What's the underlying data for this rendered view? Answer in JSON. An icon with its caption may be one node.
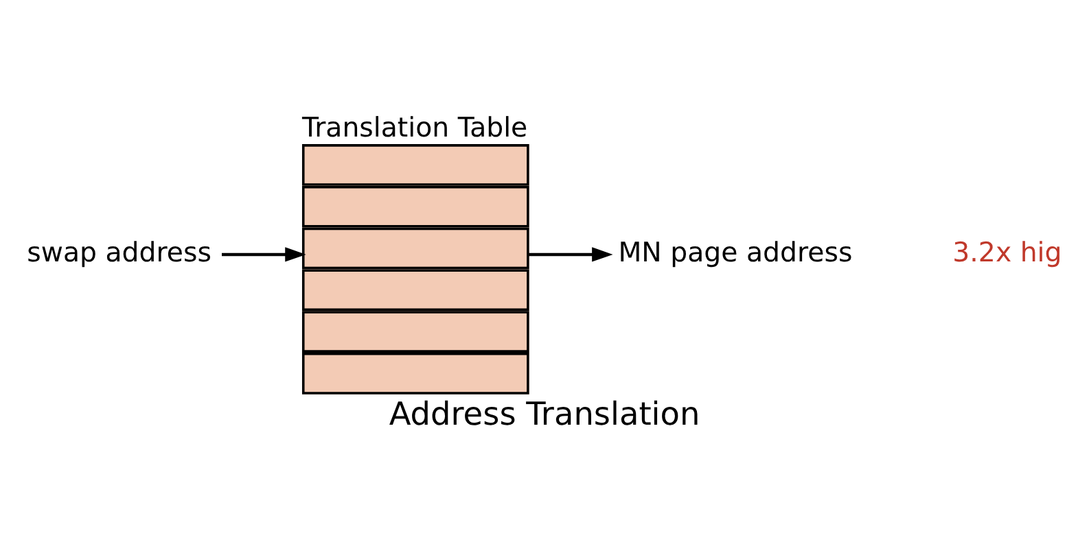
{
  "diagram": {
    "caption": "Address Translation",
    "nodes": [
      {
        "text": [
          "swap address"
        ]
      },
      {
        "text": [
          "Translation Table"
        ]
      },
      {
        "text": [
          "MN page address"
        ]
      }
    ],
    "edges": [
      {
        "from": 0,
        "to": 1,
        "arrow": "to"
      },
      {
        "from": 1,
        "to": 2,
        "arrow": "to"
      }
    ],
    "labels": [
      "3.2x hig"
    ]
  }
}
